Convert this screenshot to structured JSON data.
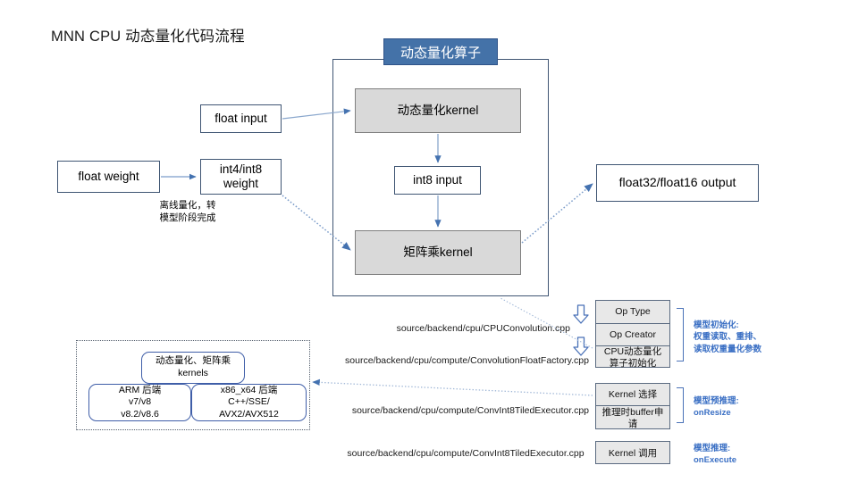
{
  "title": "MNN CPU 动态量化代码流程",
  "operator": {
    "header": "动态量化算子",
    "dyn_quant_kernel": "动态量化kernel",
    "int8_input": "int8 input",
    "matmul_kernel": "矩阵乘kernel"
  },
  "inputs": {
    "float_input": "float input",
    "float_weight": "float weight",
    "int4_int8_weight": "int4/int8\nweight",
    "offline_note": "离线量化，转\n模型阶段完成"
  },
  "output": {
    "float_output": "float32/float16 output"
  },
  "stages": [
    {
      "cells": [
        "Op Type",
        "Op Creator",
        "CPU动态量化\n算子初始化"
      ],
      "annotation": "模型初始化:\n权重读取、重排、\n读取权重量化参数"
    },
    {
      "cells": [
        "Kernel 选择",
        "推理时buffer申\n请"
      ],
      "annotation": "模型预推理:\nonResize"
    },
    {
      "cells": [
        "Kernel 调用"
      ],
      "annotation": "模型推理:\nonExecute"
    }
  ],
  "source_paths": [
    "source/backend/cpu/CPUConvolution.cpp",
    "source/backend/cpu/compute/ConvolutionFloatFactory.cpp",
    "source/backend/cpu/compute/ConvInt8TiledExecutor.cpp",
    "source/backend/cpu/compute/ConvInt8TiledExecutor.cpp"
  ],
  "kernels": {
    "title": "动态量化、矩阵乘\nkernels",
    "arm": "ARM 后端\nv7/v8\nv8.2/v8.6",
    "x86": "x86_x64 后端\nC++/SSE/\nAVX2/AVX512"
  },
  "colors": {
    "accent_blue": "#4472a8",
    "annotation_blue": "#3a6fc4",
    "box_border": "#3f5573",
    "gray_fill": "#d9d9d9",
    "stack_fill": "#e8e8e8"
  }
}
